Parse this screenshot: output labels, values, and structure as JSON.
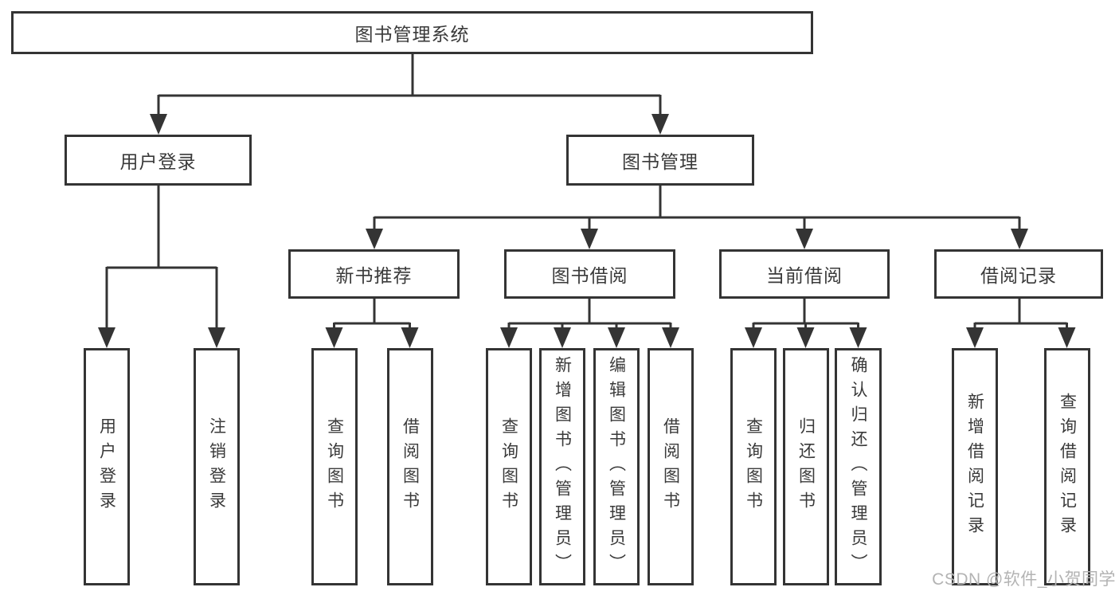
{
  "diagram_title": "图书管理系统",
  "tree": {
    "root": {
      "label": "图书管理系统"
    },
    "branches": [
      {
        "label": "用户登录",
        "children": [
          {
            "label": "用户登录"
          },
          {
            "label": "注销登录"
          }
        ]
      },
      {
        "label": "图书管理",
        "children": [
          {
            "label": "新书推荐",
            "children": [
              {
                "label": "查询图书"
              },
              {
                "label": "借阅图书"
              }
            ]
          },
          {
            "label": "图书借阅",
            "children": [
              {
                "label": "查询图书"
              },
              {
                "label": "新增图书（管理员）"
              },
              {
                "label": "编辑图书（管理员）"
              },
              {
                "label": "借阅图书"
              }
            ]
          },
          {
            "label": "当前借阅",
            "children": [
              {
                "label": "查询图书"
              },
              {
                "label": "归还图书"
              },
              {
                "label": "确认归还（管理员）"
              }
            ]
          },
          {
            "label": "借阅记录",
            "children": [
              {
                "label": "新增借阅记录"
              },
              {
                "label": "查询借阅记录"
              }
            ]
          }
        ]
      }
    ]
  },
  "watermark": {
    "text": "CSDN @软件_小贺同学",
    "color": "#b3b3b3"
  },
  "colors": {
    "line": "#343434",
    "text": "#3a3a3a",
    "background": "#ffffff"
  }
}
